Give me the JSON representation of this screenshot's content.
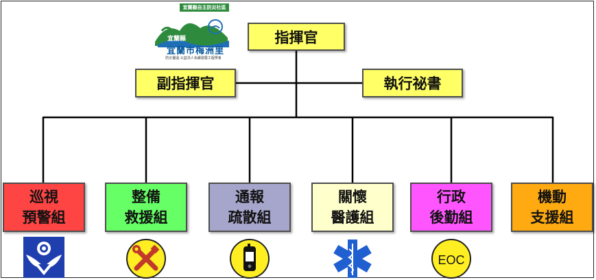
{
  "logo": {
    "banner": "宜蘭縣自主防災社區",
    "name": "宜蘭市梅洲里",
    "motto": "防災優遠 公益法人永續發展工程學會"
  },
  "commander": "指揮官",
  "deputy": "副指揮官",
  "secretary": "執行祕書",
  "groups": [
    {
      "line1": "巡視",
      "line2": "預警組",
      "color": "#ff4444",
      "icon": "police-emblem-icon"
    },
    {
      "line1": "整備",
      "line2": "救援組",
      "color": "#66ff66",
      "icon": "tools-icon"
    },
    {
      "line1": "通報",
      "line2": "疏散組",
      "color": "#a6a6cc",
      "icon": "mobile-phone-icon"
    },
    {
      "line1": "關懷",
      "line2": "醫護組",
      "color": "#ffffcc",
      "icon": "star-of-life-icon"
    },
    {
      "line1": "行政",
      "line2": "後勤組",
      "color": "#ff55ff",
      "icon": "eoc-icon"
    },
    {
      "line1": "機動",
      "line2": "支援組",
      "color": "#ffaa11",
      "icon": "none"
    }
  ],
  "eoc_label": "EOC"
}
